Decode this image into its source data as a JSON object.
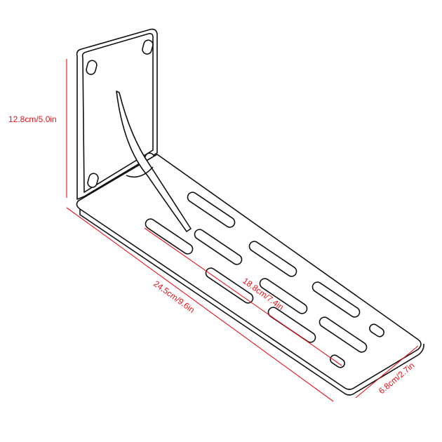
{
  "diagram": {
    "subject": "L-shaped metal wall bracket with slotted base",
    "line_color": "#111111",
    "dimension_color": "#e8151b",
    "dimensions": {
      "height": {
        "label": "12.8cm/5.0in"
      },
      "length": {
        "label": "24.5cm/9.6in"
      },
      "slot_span": {
        "label": "18.8cm/7.4in"
      },
      "width": {
        "label": "6.8cm/2.7in"
      }
    }
  }
}
